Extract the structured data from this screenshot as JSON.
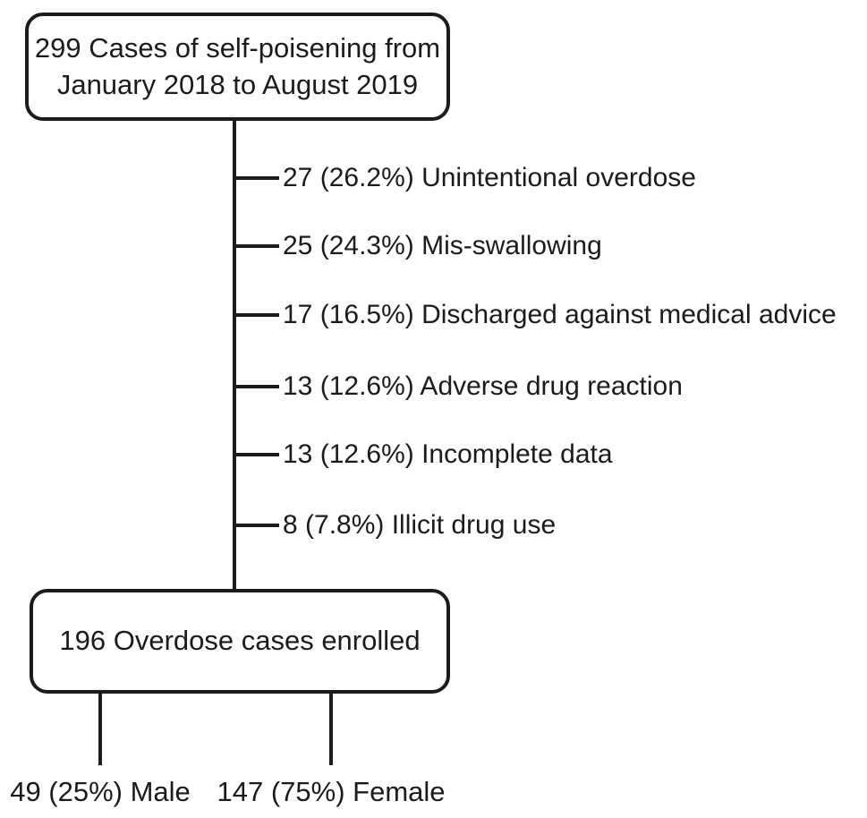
{
  "diagram": {
    "top_box": {
      "line1": "299 Cases of self-poisening from",
      "line2": "January 2018 to August 2019"
    },
    "branches": [
      {
        "label": "27 (26.2%) Unintentional overdose"
      },
      {
        "label": "25 (24.3%) Mis-swallowing"
      },
      {
        "label": "17 (16.5%) Discharged against medical advice"
      },
      {
        "label": "13 (12.6%) Adverse drug reaction"
      },
      {
        "label": "13 (12.6%) Incomplete data"
      },
      {
        "label": "8 (7.8%) Illicit drug use"
      }
    ],
    "enrolled_box": {
      "label": "196 Overdose cases enrolled"
    },
    "outcomes": [
      {
        "label": "49 (25%) Male"
      },
      {
        "label": "147 (75%) Female"
      }
    ],
    "colors": {
      "line": "#1b1b1b",
      "text": "#1b1b1b",
      "background": "#ffffff"
    }
  }
}
